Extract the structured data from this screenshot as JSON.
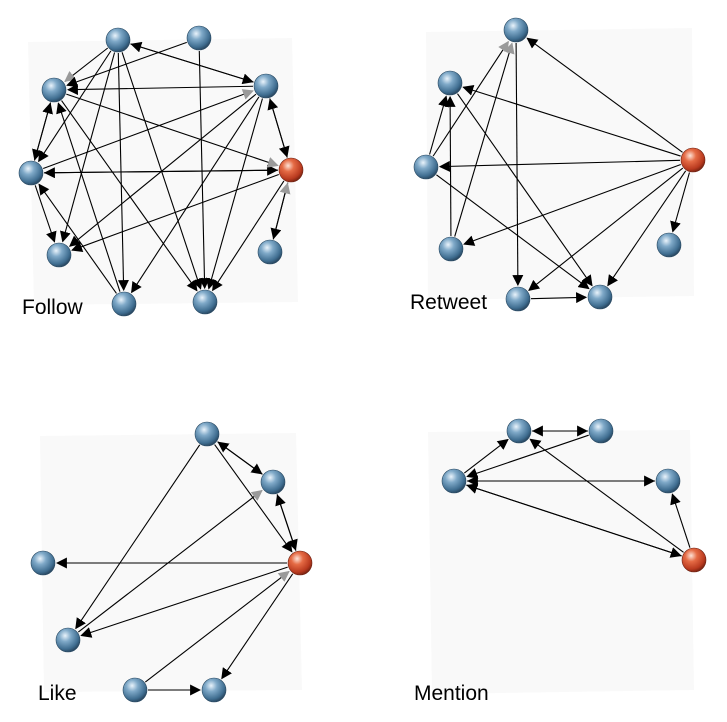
{
  "colors": {
    "regular_node": "#4f7fa3",
    "highlighted_node": "#d9482b",
    "edge": "#000000",
    "panel_background": "#f9f9f9"
  },
  "panels": [
    {
      "id": "follow",
      "label": "Follow",
      "nodes": [
        {
          "id": "f1",
          "highlight": false
        },
        {
          "id": "f2",
          "highlight": false
        },
        {
          "id": "f3",
          "highlight": false
        },
        {
          "id": "f4",
          "highlight": false
        },
        {
          "id": "f5",
          "highlight": true
        },
        {
          "id": "f6",
          "highlight": false
        },
        {
          "id": "f7",
          "highlight": false
        },
        {
          "id": "f8",
          "highlight": false
        },
        {
          "id": "f9",
          "highlight": false
        },
        {
          "id": "f10",
          "highlight": false
        }
      ],
      "edges": [
        {
          "from": "f2",
          "to": "f1",
          "light_head": true
        },
        {
          "from": "f2",
          "to": "f4"
        },
        {
          "from": "f4",
          "to": "f2"
        },
        {
          "from": "f4",
          "to": "f1"
        },
        {
          "from": "f4",
          "to": "f5"
        },
        {
          "from": "f5",
          "to": "f4"
        },
        {
          "from": "f1",
          "to": "f10"
        },
        {
          "from": "f10",
          "to": "f1"
        },
        {
          "from": "f10",
          "to": "f9"
        },
        {
          "from": "f10",
          "to": "f4",
          "light_head": true
        },
        {
          "from": "f5",
          "to": "f10"
        },
        {
          "from": "f5",
          "to": "f9"
        },
        {
          "from": "f5",
          "to": "f6"
        },
        {
          "from": "f6",
          "to": "f5",
          "light_head": true
        },
        {
          "from": "f5",
          "to": "f7"
        },
        {
          "from": "f10",
          "to": "f5"
        },
        {
          "from": "f2",
          "to": "f10"
        },
        {
          "from": "f2",
          "to": "f9"
        },
        {
          "from": "f2",
          "to": "f7"
        },
        {
          "from": "f2",
          "to": "f8"
        },
        {
          "from": "f1",
          "to": "f7"
        },
        {
          "from": "f1",
          "to": "f5",
          "light_head": true
        },
        {
          "from": "f3",
          "to": "f1"
        },
        {
          "from": "f4",
          "to": "f8"
        },
        {
          "from": "f4",
          "to": "f7"
        },
        {
          "from": "f4",
          "to": "f9"
        },
        {
          "from": "f3",
          "to": "f7"
        },
        {
          "from": "f8",
          "to": "f10"
        },
        {
          "from": "f8",
          "to": "f1"
        }
      ]
    },
    {
      "id": "retweet",
      "label": "Retweet",
      "nodes": [
        {
          "id": "r1",
          "highlight": false
        },
        {
          "id": "r2",
          "highlight": false
        },
        {
          "id": "r3",
          "highlight": true
        },
        {
          "id": "r4",
          "highlight": false
        },
        {
          "id": "r5",
          "highlight": false
        },
        {
          "id": "r6",
          "highlight": false
        },
        {
          "id": "r7",
          "highlight": false
        },
        {
          "id": "r8",
          "highlight": false
        }
      ],
      "edges": [
        {
          "from": "r3",
          "to": "r1"
        },
        {
          "from": "r3",
          "to": "r2"
        },
        {
          "from": "r3",
          "to": "r8"
        },
        {
          "from": "r3",
          "to": "r7"
        },
        {
          "from": "r3",
          "to": "r6"
        },
        {
          "from": "r3",
          "to": "r5"
        },
        {
          "from": "r3",
          "to": "r4"
        },
        {
          "from": "r8",
          "to": "r1",
          "light_head": true
        },
        {
          "from": "r7",
          "to": "r1",
          "light_head": true
        },
        {
          "from": "r8",
          "to": "r2"
        },
        {
          "from": "r7",
          "to": "r2"
        },
        {
          "from": "r8",
          "to": "r5"
        },
        {
          "from": "r1",
          "to": "r6"
        },
        {
          "from": "r2",
          "to": "r5"
        },
        {
          "from": "r6",
          "to": "r5"
        }
      ]
    },
    {
      "id": "like",
      "label": "Like",
      "nodes": [
        {
          "id": "l1",
          "highlight": false
        },
        {
          "id": "l2",
          "highlight": false
        },
        {
          "id": "l3",
          "highlight": true
        },
        {
          "id": "l4",
          "highlight": false
        },
        {
          "id": "l5",
          "highlight": false
        },
        {
          "id": "l6",
          "highlight": false
        },
        {
          "id": "l7",
          "highlight": false
        }
      ],
      "edges": [
        {
          "from": "l1",
          "to": "l2"
        },
        {
          "from": "l2",
          "to": "l1"
        },
        {
          "from": "l2",
          "to": "l3"
        },
        {
          "from": "l3",
          "to": "l2"
        },
        {
          "from": "l1",
          "to": "l3"
        },
        {
          "from": "l3",
          "to": "l4"
        },
        {
          "from": "l5",
          "to": "l3",
          "light_head": true
        },
        {
          "from": "l1",
          "to": "l6"
        },
        {
          "from": "l3",
          "to": "l6"
        },
        {
          "from": "l3",
          "to": "l7"
        },
        {
          "from": "l5",
          "to": "l4"
        },
        {
          "from": "l6",
          "to": "l2",
          "light_head": true
        }
      ]
    },
    {
      "id": "mention",
      "label": "Mention",
      "nodes": [
        {
          "id": "m1",
          "highlight": false
        },
        {
          "id": "m2",
          "highlight": false
        },
        {
          "id": "m3",
          "highlight": false
        },
        {
          "id": "m4",
          "highlight": false
        },
        {
          "id": "m5",
          "highlight": true
        }
      ],
      "edges": [
        {
          "from": "m2",
          "to": "m1"
        },
        {
          "from": "m1",
          "to": "m2"
        },
        {
          "from": "m2",
          "to": "m4"
        },
        {
          "from": "m4",
          "to": "m1"
        },
        {
          "from": "m5",
          "to": "m4"
        },
        {
          "from": "m4",
          "to": "m5"
        },
        {
          "from": "m5",
          "to": "m1"
        },
        {
          "from": "m5",
          "to": "m3"
        },
        {
          "from": "m4",
          "to": "m3"
        },
        {
          "from": "m3",
          "to": "m4"
        }
      ]
    }
  ]
}
